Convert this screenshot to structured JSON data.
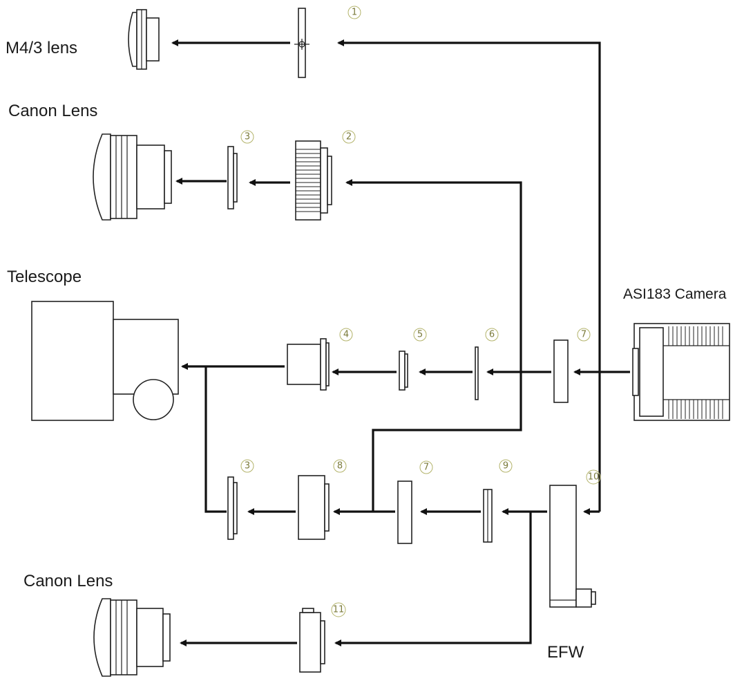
{
  "labels": {
    "m43": "M4/3 lens",
    "canon_top": "Canon Lens",
    "telescope": "Telescope",
    "camera": "ASI183 Camera",
    "canon_bottom": "Canon Lens",
    "efw": "EFW"
  },
  "part_numbers": {
    "n1": "1",
    "n2": "2",
    "n3a": "3",
    "n3b": "3",
    "n4": "4",
    "n5": "5",
    "n6": "6",
    "n7a": "7",
    "n7b": "7",
    "n8": "8",
    "n9": "9",
    "n10": "10",
    "n11": "11"
  },
  "colors": {
    "line": "#111111",
    "part_number": "#7a7a3a"
  }
}
